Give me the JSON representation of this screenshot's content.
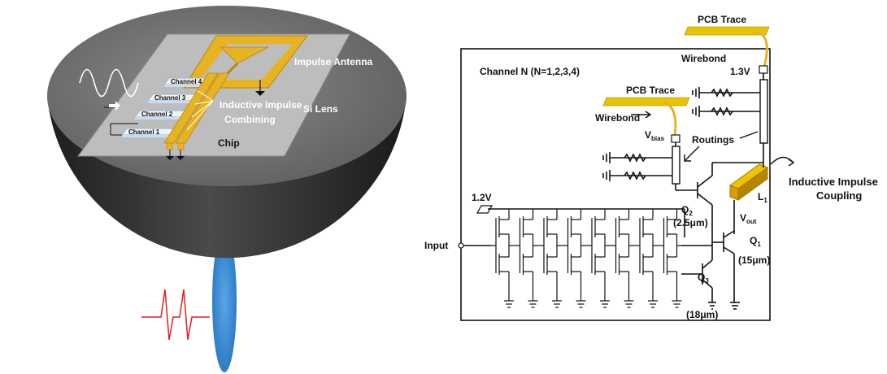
{
  "left_figure": {
    "antenna_label": "Impulse Antenna",
    "lens_label": "Si Lens",
    "combining_label_1": "Inductive Impulse",
    "combining_label_2": "Combining",
    "chip_label": "Chip",
    "channels": [
      "Channel 4",
      "Channel 3",
      "Channel 2",
      "Channel 1"
    ],
    "colors": {
      "lens_top": "#6f6f6f",
      "lens_body": "#3a3a3a",
      "chip": "#bdbdbd",
      "gold": "#e8b320",
      "beam": "#3d8fd6",
      "pulse": "#e02020"
    }
  },
  "circuit": {
    "channel_title": "Channel N (N=1,2,3,4)",
    "pcb_trace_top": "PCB Trace",
    "wirebond_top": "Wirebond",
    "v13": "1.3V",
    "pcb_trace_mid": "PCB Trace",
    "wirebond_mid": "Wirebond",
    "vbias_main": "V",
    "vbias_sub": "bias",
    "routings": "Routings",
    "inductive_1": "Inductive Impulse",
    "inductive_2": "Coupling",
    "l1_main": "L",
    "l1_sub": "1",
    "v12": "1.2V",
    "q2_main": "Q",
    "q2_sub": "2",
    "q2_size": "(2.5μm)",
    "vout_main": "V",
    "vout_sub": "out",
    "q1_main": "Q",
    "q1_sub": "1",
    "q1_size": "(15μm)",
    "q3_main": "Q",
    "q3_sub": "3",
    "q3_size": "(18μm)",
    "input_label": "Input"
  }
}
